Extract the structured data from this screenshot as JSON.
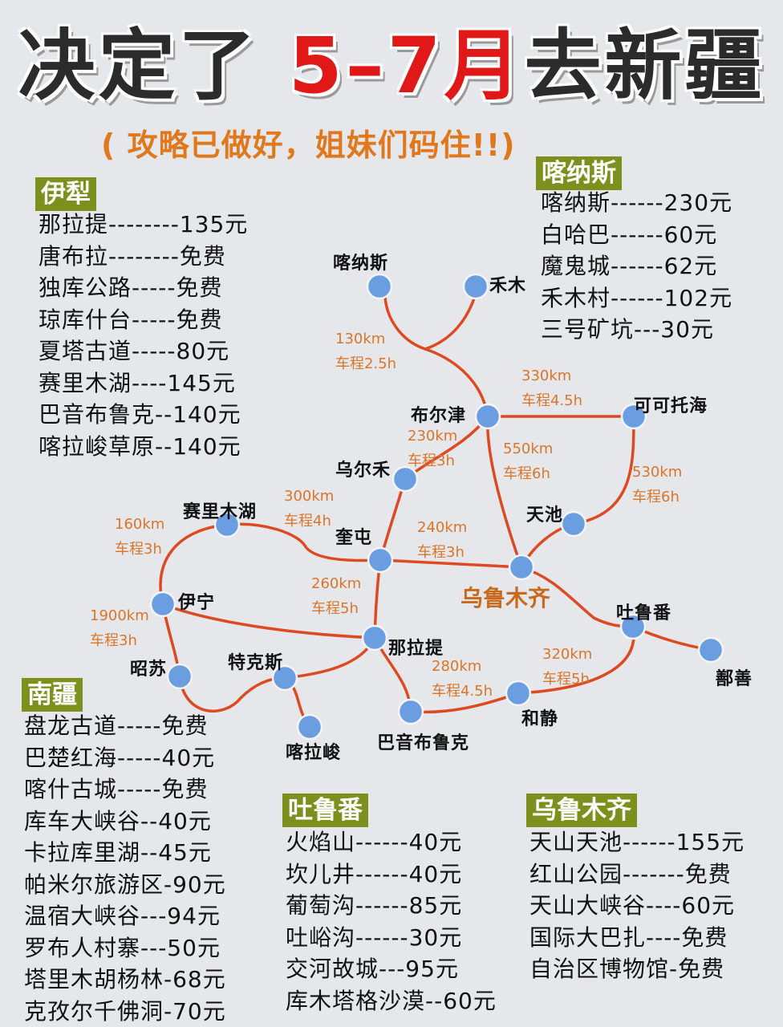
{
  "title": {
    "part1": "决定了",
    "part2": "5–7月",
    "part3": "去新疆"
  },
  "subtitle": "( 攻略已做好，姐妹们码住!!)",
  "colors": {
    "route": "#dd4a22",
    "node": "#6b9ee0",
    "tag_bg": "#7d8f1c",
    "accent": "#e0781e",
    "title_red": "#e01818"
  },
  "sections": {
    "yili": {
      "title": "伊犁",
      "items": [
        "那拉提--------135元",
        "唐布拉--------免费",
        "独库公路-----免费",
        "琼库什台-----免费",
        "夏塔古道-----80元",
        "赛里木湖----145元",
        "巴音布鲁克--140元",
        "喀拉峻草原--140元"
      ]
    },
    "kanas": {
      "title": "喀纳斯",
      "items": [
        "喀纳斯------230元",
        "白哈巴------60元",
        "魔鬼城------62元",
        "禾木村------102元",
        "三号矿坑---30元"
      ]
    },
    "south": {
      "title": "南疆",
      "items": [
        "盘龙古道-----免费",
        "巴楚红海-----40元",
        "喀什古城-----免费",
        "库车大峡谷--40元",
        "卡拉库里湖--45元",
        "帕米尔旅游区-90元",
        "温宿大峡谷---94元",
        "罗布人村寨---50元",
        "塔里木胡杨林-68元",
        "克孜尔千佛洞-70元"
      ]
    },
    "turpan": {
      "title": "吐鲁番",
      "items": [
        "火焰山------40元",
        "坎儿井------40元",
        "葡萄沟------85元",
        "吐峪沟------30元",
        "交河故城---95元",
        "库木塔格沙漠--60元"
      ]
    },
    "urumqi": {
      "title": "乌鲁木齐",
      "items": [
        "天山天池------155元",
        "红山公园-------免费",
        "天山大峡谷----60元",
        "国际大巴扎----免费",
        "自治区博物馆-免费"
      ]
    }
  },
  "map": {
    "places": {
      "kanas": "喀纳斯",
      "hemu": "禾木",
      "burqin": "布尔津",
      "keketuohai": "可可托海",
      "wuerhe": "乌尔禾",
      "sayram": "赛里木湖",
      "tianchi": "天池",
      "kuitun": "奎屯",
      "urumqi": "乌鲁木齐",
      "yining": "伊宁",
      "turpan": "吐鲁番",
      "nalati": "那拉提",
      "shanshan": "鄯善",
      "zhaosu": "昭苏",
      "tekesi": "特克斯",
      "hejing": "和静",
      "kalajun": "喀拉峻",
      "bayanbulak": "巴音布鲁克"
    },
    "routes": {
      "kanas_burqin": [
        "130km",
        "车程2.5h"
      ],
      "burqin_keketuohai": [
        "330km",
        "车程4.5h"
      ],
      "burqin_wuerhe": [
        "230km",
        "车程3h"
      ],
      "burqin_urumqi": [
        "550km",
        "车程6h"
      ],
      "keketuohai_urumqi": [
        "530km",
        "车程6h"
      ],
      "sayram_kuitun": [
        "300km",
        "车程4h"
      ],
      "sayram_yining": [
        "160km",
        "车程3h"
      ],
      "kuitun_urumqi": [
        "240km",
        "车程3h"
      ],
      "kuitun_nalati": [
        "260km",
        "车程5h"
      ],
      "yining_nalati": [
        "1900km",
        "车程3h"
      ],
      "nalati_hejing": [
        "280km",
        "车程4.5h"
      ],
      "hejing_turpan": [
        "320km",
        "车程5h"
      ]
    }
  }
}
